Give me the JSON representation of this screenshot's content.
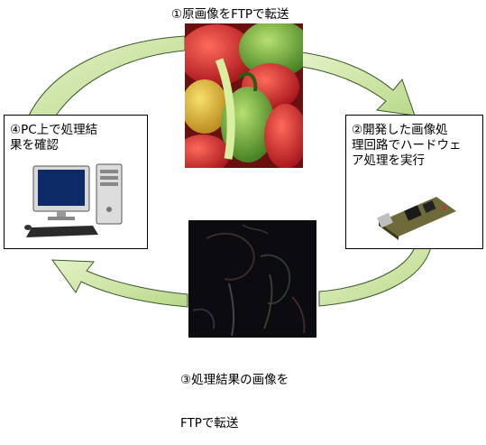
{
  "steps": {
    "step1": {
      "label": "①原画像をFTPで転送"
    },
    "step2": {
      "label_line1": "②開発した画像処",
      "label_line2": "理回路でハードウェ",
      "label_line3": "ア処理を実行"
    },
    "step3": {
      "label_line1": "③処理結果の画像を",
      "label_line2": "FTPで転送"
    },
    "step4": {
      "label_line1": "④PC上で処理結",
      "label_line2": "果を確認"
    }
  },
  "colors": {
    "arrow_fill": "#cfe5a8",
    "arrow_stroke": "#3c5a2a",
    "box_border": "#000000"
  },
  "icons": {
    "original": "pepper-photo",
    "processed": "edge-detected-photo",
    "board": "fpga-board",
    "pc": "desktop-computer"
  }
}
